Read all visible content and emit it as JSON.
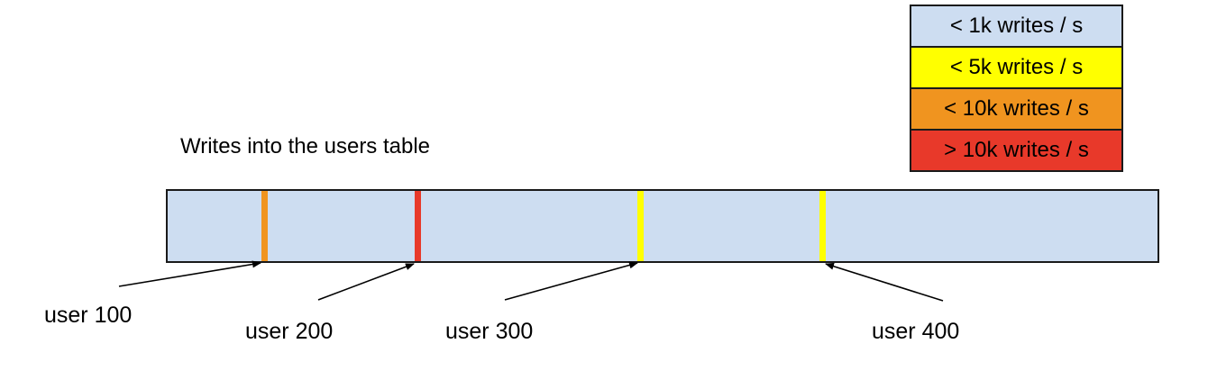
{
  "title": "Writes into the users table",
  "legend": {
    "items": [
      {
        "label": "< 1k writes / s",
        "color": "#cdddf1"
      },
      {
        "label": "< 5k writes / s",
        "color": "#ffff00"
      },
      {
        "label": "< 10k writes / s",
        "color": "#f0941f"
      },
      {
        "label": "> 10k writes / s",
        "color": "#e8392a"
      }
    ]
  },
  "bar": {
    "fill": "#cdddf1",
    "stripes": [
      {
        "user": "user 100",
        "color": "#f0941f"
      },
      {
        "user": "user 200",
        "color": "#e8392a"
      },
      {
        "user": "user 300",
        "color": "#ffff00"
      },
      {
        "user": "user 400",
        "color": "#ffff00"
      }
    ]
  },
  "annotations": [
    {
      "label": "user 100"
    },
    {
      "label": "user 200"
    },
    {
      "label": "user 300"
    },
    {
      "label": "user 400"
    }
  ]
}
